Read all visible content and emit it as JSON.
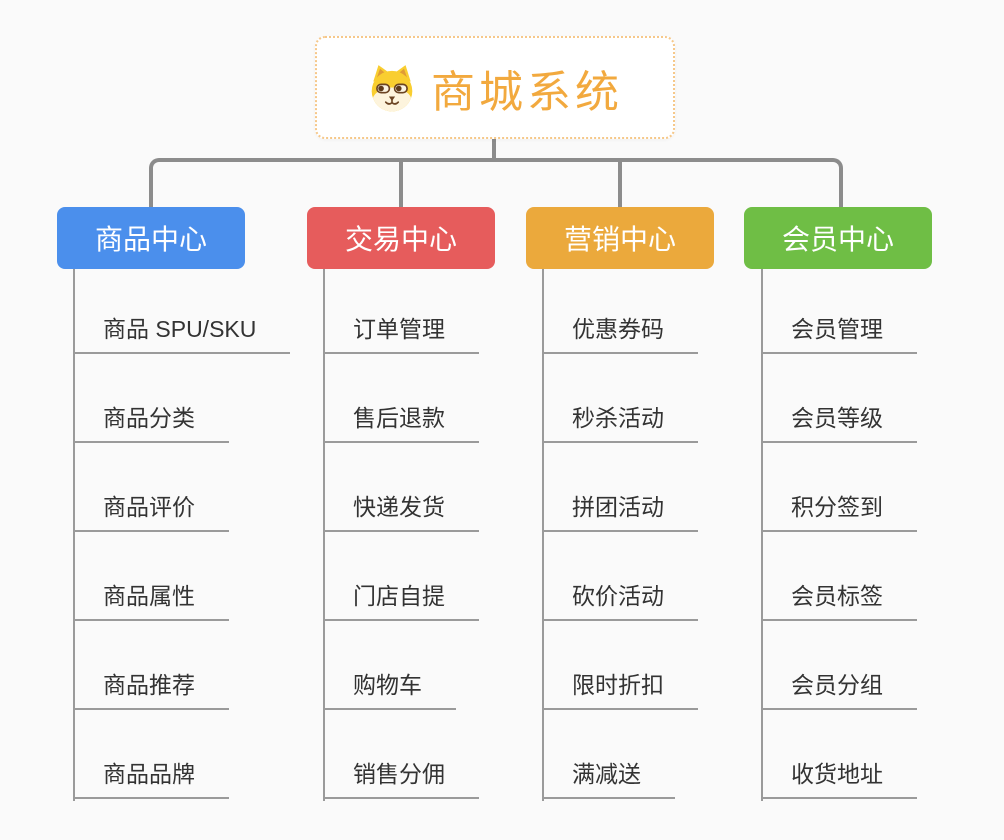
{
  "root": {
    "title": "商城系统",
    "icon": "dog-mascot-icon",
    "text_color": "#f2a93e",
    "border_color": "#f6c88a",
    "background": "#ffffff"
  },
  "canvas": {
    "background": "#fafafa"
  },
  "lines": {
    "connector_color": "#8c8c8c",
    "rail_color": "#9a9a9a",
    "item_text_color": "#333333"
  },
  "branches": [
    {
      "label": "商品中心",
      "color": "#4b8fec",
      "children": [
        "商品 SPU/SKU",
        "商品分类",
        "商品评价",
        "商品属性",
        "商品推荐",
        "商品品牌"
      ]
    },
    {
      "label": "交易中心",
      "color": "#e65c5c",
      "children": [
        "订单管理",
        "售后退款",
        "快递发货",
        "门店自提",
        "购物车",
        "销售分佣"
      ]
    },
    {
      "label": "营销中心",
      "color": "#eba93c",
      "children": [
        "优惠券码",
        "秒杀活动",
        "拼团活动",
        "砍价活动",
        "限时折扣",
        "满减送"
      ]
    },
    {
      "label": "会员中心",
      "color": "#6fbe45",
      "children": [
        "会员管理",
        "会员等级",
        "积分签到",
        "会员标签",
        "会员分组",
        "收货地址"
      ]
    }
  ]
}
